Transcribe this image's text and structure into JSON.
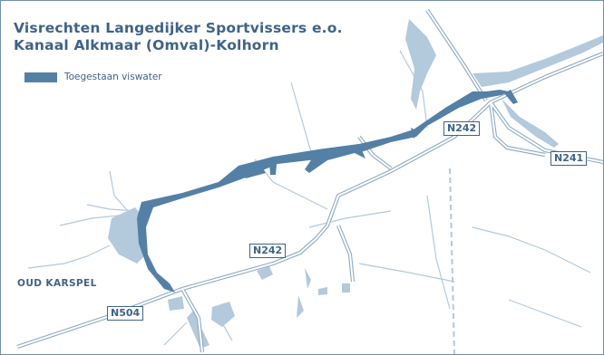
{
  "title": {
    "line1": "Visrechten Langedijker Sportvissers e.o.",
    "line2": "Kanaal Alkmaar (Omval)-Kolhorn"
  },
  "legend": {
    "label": "Toegestaan viswater"
  },
  "roads": [
    {
      "id": "n242-north",
      "label": "N242"
    },
    {
      "id": "n241",
      "label": "N241"
    },
    {
      "id": "n242-south",
      "label": "N242"
    },
    {
      "id": "n504",
      "label": "N504"
    }
  ],
  "places": {
    "oud_karspel": "OUD KARSPEL"
  },
  "colors": {
    "fishing_water": "#5480a6",
    "water": "#b3c9dc",
    "roads": "#8fa9c2",
    "text": "#3f6387"
  }
}
